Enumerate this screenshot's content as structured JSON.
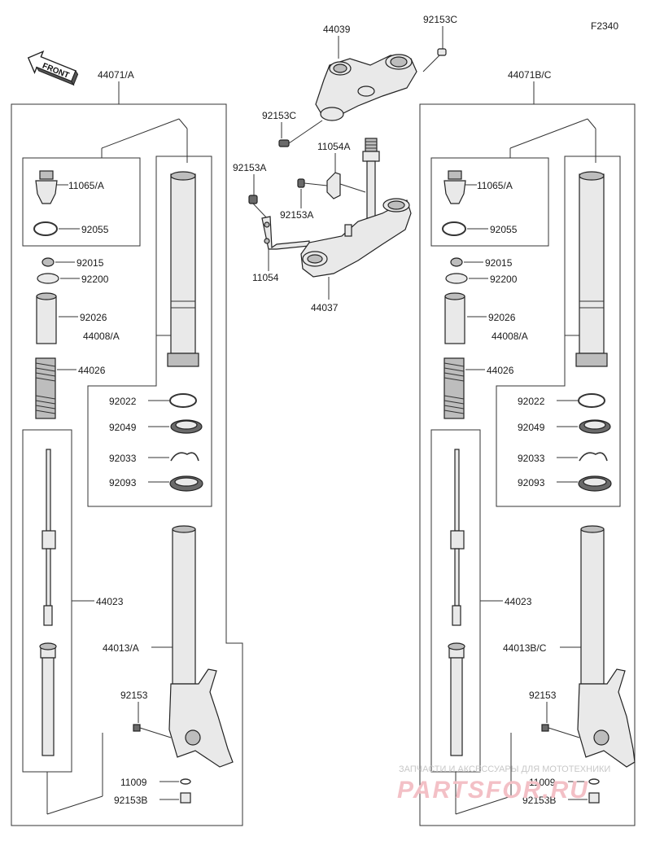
{
  "figure_code": "F2340",
  "front_label": "FRONT",
  "top": {
    "upper_bracket": "44039",
    "bolt_upper": "92153C",
    "bolt_left": "92153C",
    "clamp": "11054A",
    "bolt_a_left": "92153A",
    "bolt_a_mid": "92153A",
    "bracket": "11054",
    "lower_bracket": "44037"
  },
  "left": {
    "assy": "44071/A",
    "cap": "11065/A",
    "oring": "92055",
    "nut": "92015",
    "washer": "92200",
    "spacer": "92026",
    "inner_tube": "44008/A",
    "spring": "44026",
    "seal_ring": "92022",
    "oil_seal": "92049",
    "stop_ring": "92033",
    "dust_seal": "92093",
    "damper": "44023",
    "outer_tube": "44013/A",
    "axle_bolt": "92153",
    "gasket": "11009",
    "drain_bolt": "92153B"
  },
  "right": {
    "assy": "44071B/C",
    "cap": "11065/A",
    "oring": "92055",
    "nut": "92015",
    "washer": "92200",
    "spacer": "92026",
    "inner_tube": "44008/A",
    "spring": "44026",
    "seal_ring": "92022",
    "oil_seal": "92049",
    "stop_ring": "92033",
    "dust_seal": "92093",
    "damper": "44023",
    "outer_tube": "44013B/C",
    "axle_bolt": "92153",
    "gasket": "11009",
    "drain_bolt": "92153B"
  },
  "watermark": {
    "line1": "ЗАПЧАСТИ И АКСЕССУАРЫ ДЛЯ МОТОТЕХНИКИ",
    "line2": "PARTSFOR.RU"
  }
}
